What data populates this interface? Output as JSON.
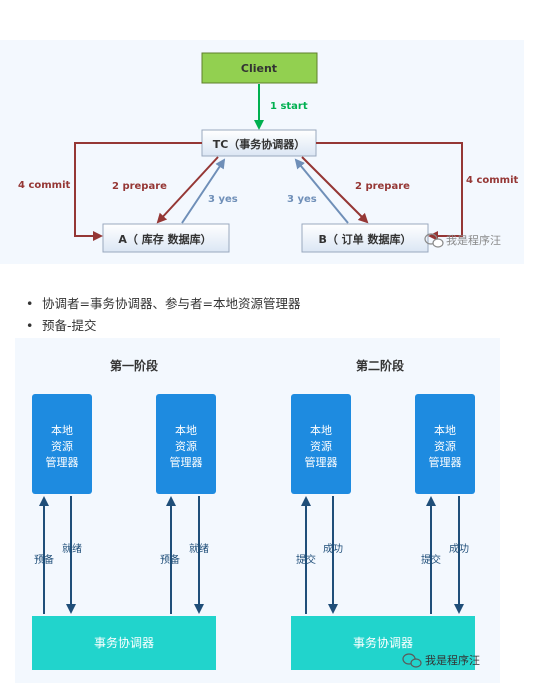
{
  "colors": {
    "client_fill": "#92d050",
    "red_arrow": "#953735",
    "green_arrow": "#00b050",
    "blue_arrow": "#6f8fb8",
    "local_rm": "#1e8be0",
    "coordinator": "#21d4cc",
    "panel_bg": "#f3f8fe"
  },
  "top": {
    "client": "Client",
    "tc": "TC（事务协调器）",
    "a": "A（ 库存 数据库）",
    "b": "B（ 订单 数据库）",
    "start": "1 start",
    "prepare_left": "2 prepare",
    "prepare_right": "2 prepare",
    "yes_left": "3 yes",
    "yes_right": "3 yes",
    "commit_left": "4 commit",
    "commit_right": "4 commit",
    "watermark": "我是程序汪"
  },
  "bullets": [
    "协调者=事务协调器、参与者=本地资源管理器",
    "预备-提交"
  ],
  "bottom": {
    "phase1": "第一阶段",
    "phase2": "第二阶段",
    "rm_line1": "本地",
    "rm_line2": "资源",
    "rm_line3": "管理器",
    "coordinator": "事务协调器",
    "prepare": "预备",
    "ready": "就绪",
    "commit": "提交",
    "success": "成功",
    "watermark": "我是程序汪"
  }
}
